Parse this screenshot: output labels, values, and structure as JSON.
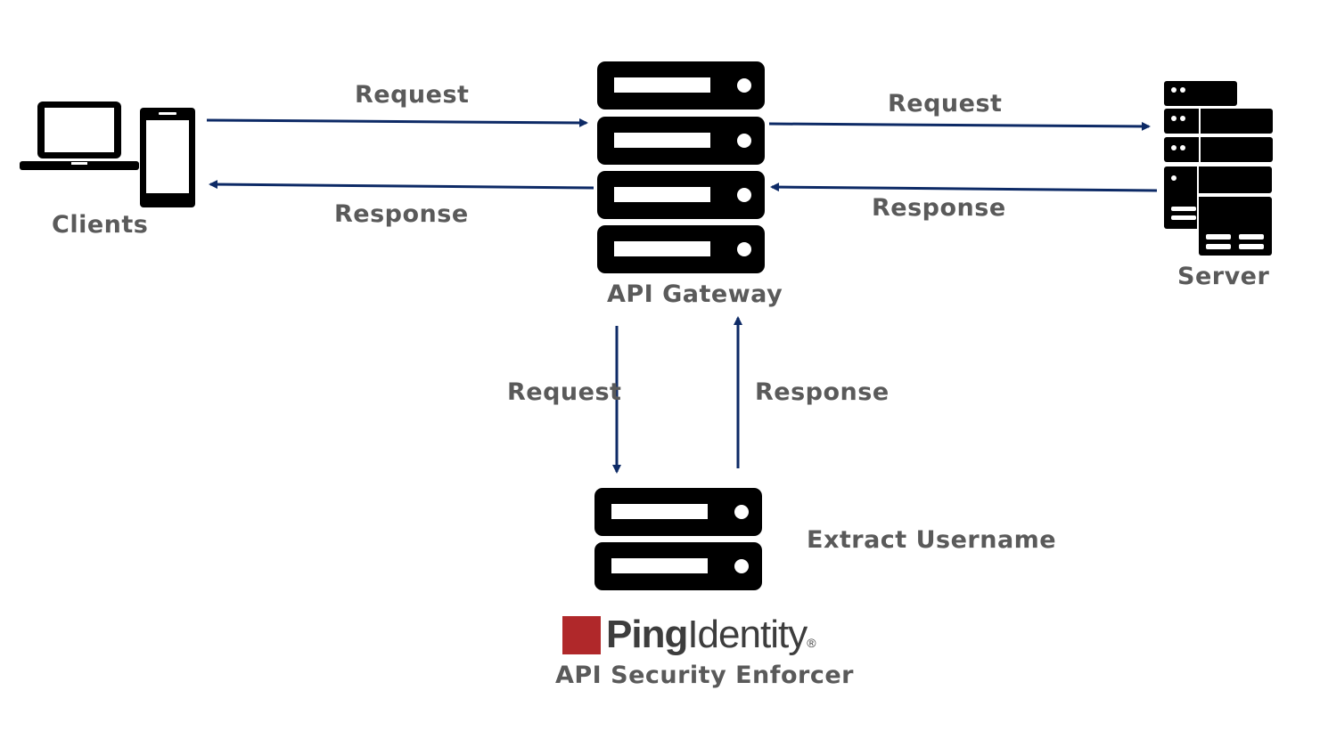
{
  "nodes": {
    "clients": "Clients",
    "gateway": "API Gateway",
    "server": "Server",
    "enforcer_action": "Extract Username",
    "enforcer": "API Security Enforcer"
  },
  "flows": {
    "client_to_gateway": "Request",
    "gateway_to_client": "Response",
    "gateway_to_server": "Request",
    "server_to_gateway": "Response",
    "gateway_to_enforcer": "Request",
    "enforcer_to_gateway": "Response"
  },
  "logo": {
    "name_part1": "Ping",
    "name_part2": "Identity",
    "mark": "®"
  },
  "colors": {
    "arrow": "#0d2a66",
    "icon": "#000000",
    "label": "#5a5a5a",
    "brand": "#b0282a"
  }
}
